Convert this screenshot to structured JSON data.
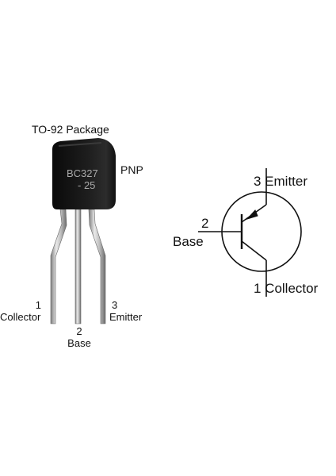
{
  "package": {
    "title": "TO-92 Package",
    "type_label": "PNP",
    "marking_line1": "BC327",
    "marking_line2": "- 25"
  },
  "pins": [
    {
      "number": "1",
      "name": "Collector"
    },
    {
      "number": "2",
      "name": "Base"
    },
    {
      "number": "3",
      "name": "Emitter"
    }
  ],
  "symbol": {
    "emitter_label": "3 Emitter",
    "base_number": "2",
    "base_label": "Base",
    "collector_label": "1 Collector"
  }
}
